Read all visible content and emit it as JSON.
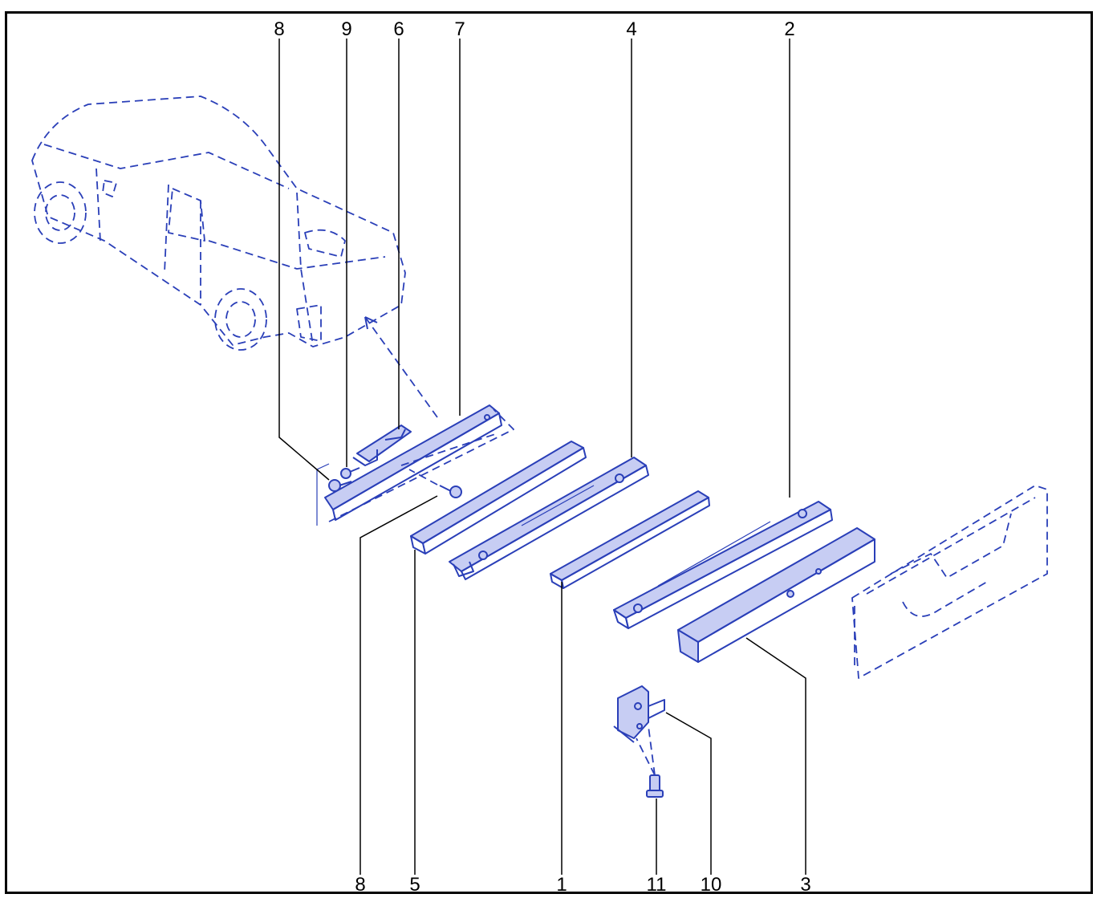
{
  "callouts": {
    "top": [
      "8",
      "9",
      "6",
      "7",
      "4",
      "2"
    ],
    "bottom": [
      "8",
      "5",
      "1",
      "11",
      "10",
      "3"
    ]
  },
  "colors": {
    "drawing": "#2a3fb8",
    "fill": "#c7cdf3",
    "leader": "#000000",
    "frame": "#000000"
  }
}
